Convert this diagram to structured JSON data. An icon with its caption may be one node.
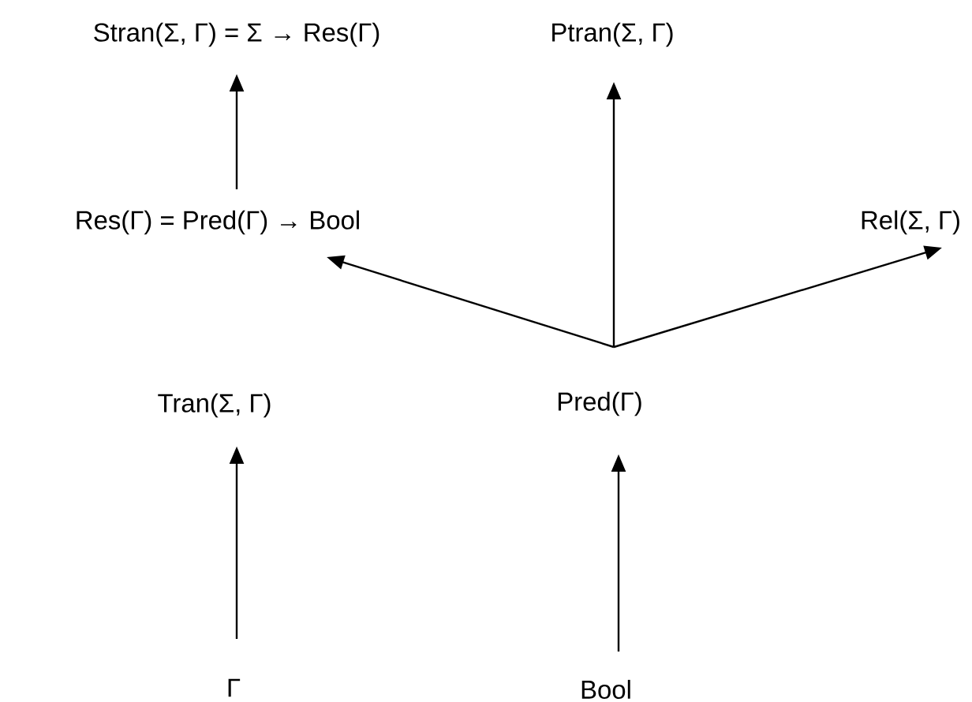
{
  "diagram": {
    "nodes": [
      {
        "text": [
          "Stran(Σ, Γ) = Σ → Res(Γ)"
        ]
      },
      {
        "text": [
          "Ptran(Σ, Γ)"
        ]
      },
      {
        "text": [
          "Res(Γ) = Pred(Γ) → Bool"
        ]
      },
      {
        "text": [
          "Rel(Σ, Γ)"
        ]
      },
      {
        "text": [
          "Tran(Σ, Γ)"
        ]
      },
      {
        "text": [
          "Pred(Γ)"
        ]
      },
      {
        "text": [
          "Γ"
        ]
      },
      {
        "text": [
          "Bool"
        ]
      }
    ],
    "edges": [
      {
        "from": 2,
        "to": 0,
        "arrow": "to"
      },
      {
        "from": 5,
        "to": 1,
        "arrow": "to"
      },
      {
        "from": 5,
        "to": 2,
        "arrow": "to"
      },
      {
        "from": 5,
        "to": 3,
        "arrow": "to"
      },
      {
        "from": 6,
        "to": 4,
        "arrow": "to"
      },
      {
        "from": 7,
        "to": 5,
        "arrow": "to"
      }
    ]
  }
}
